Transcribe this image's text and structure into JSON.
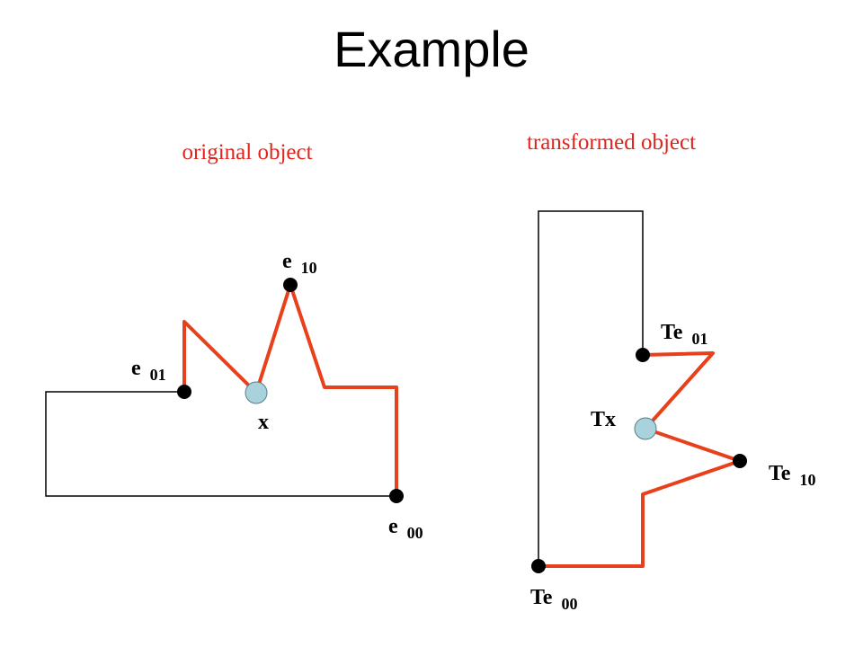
{
  "title": "Example",
  "colors": {
    "edge": "#e8401c",
    "point": "#000000",
    "x_point": "#a9d3dc",
    "caption": "#e0241c"
  },
  "left": {
    "caption": "original object",
    "labels": {
      "e10": {
        "base": "e",
        "sub": "10"
      },
      "e01": {
        "base": "e",
        "sub": "01"
      },
      "e00": {
        "base": "e",
        "sub": "00"
      },
      "x": "x"
    }
  },
  "right": {
    "caption": "transformed object",
    "labels": {
      "te01": {
        "base": "Te",
        "sub": "01"
      },
      "te10": {
        "base": "Te",
        "sub": "10"
      },
      "te00": {
        "base": "Te",
        "sub": "00"
      },
      "tx": "Tx"
    }
  }
}
